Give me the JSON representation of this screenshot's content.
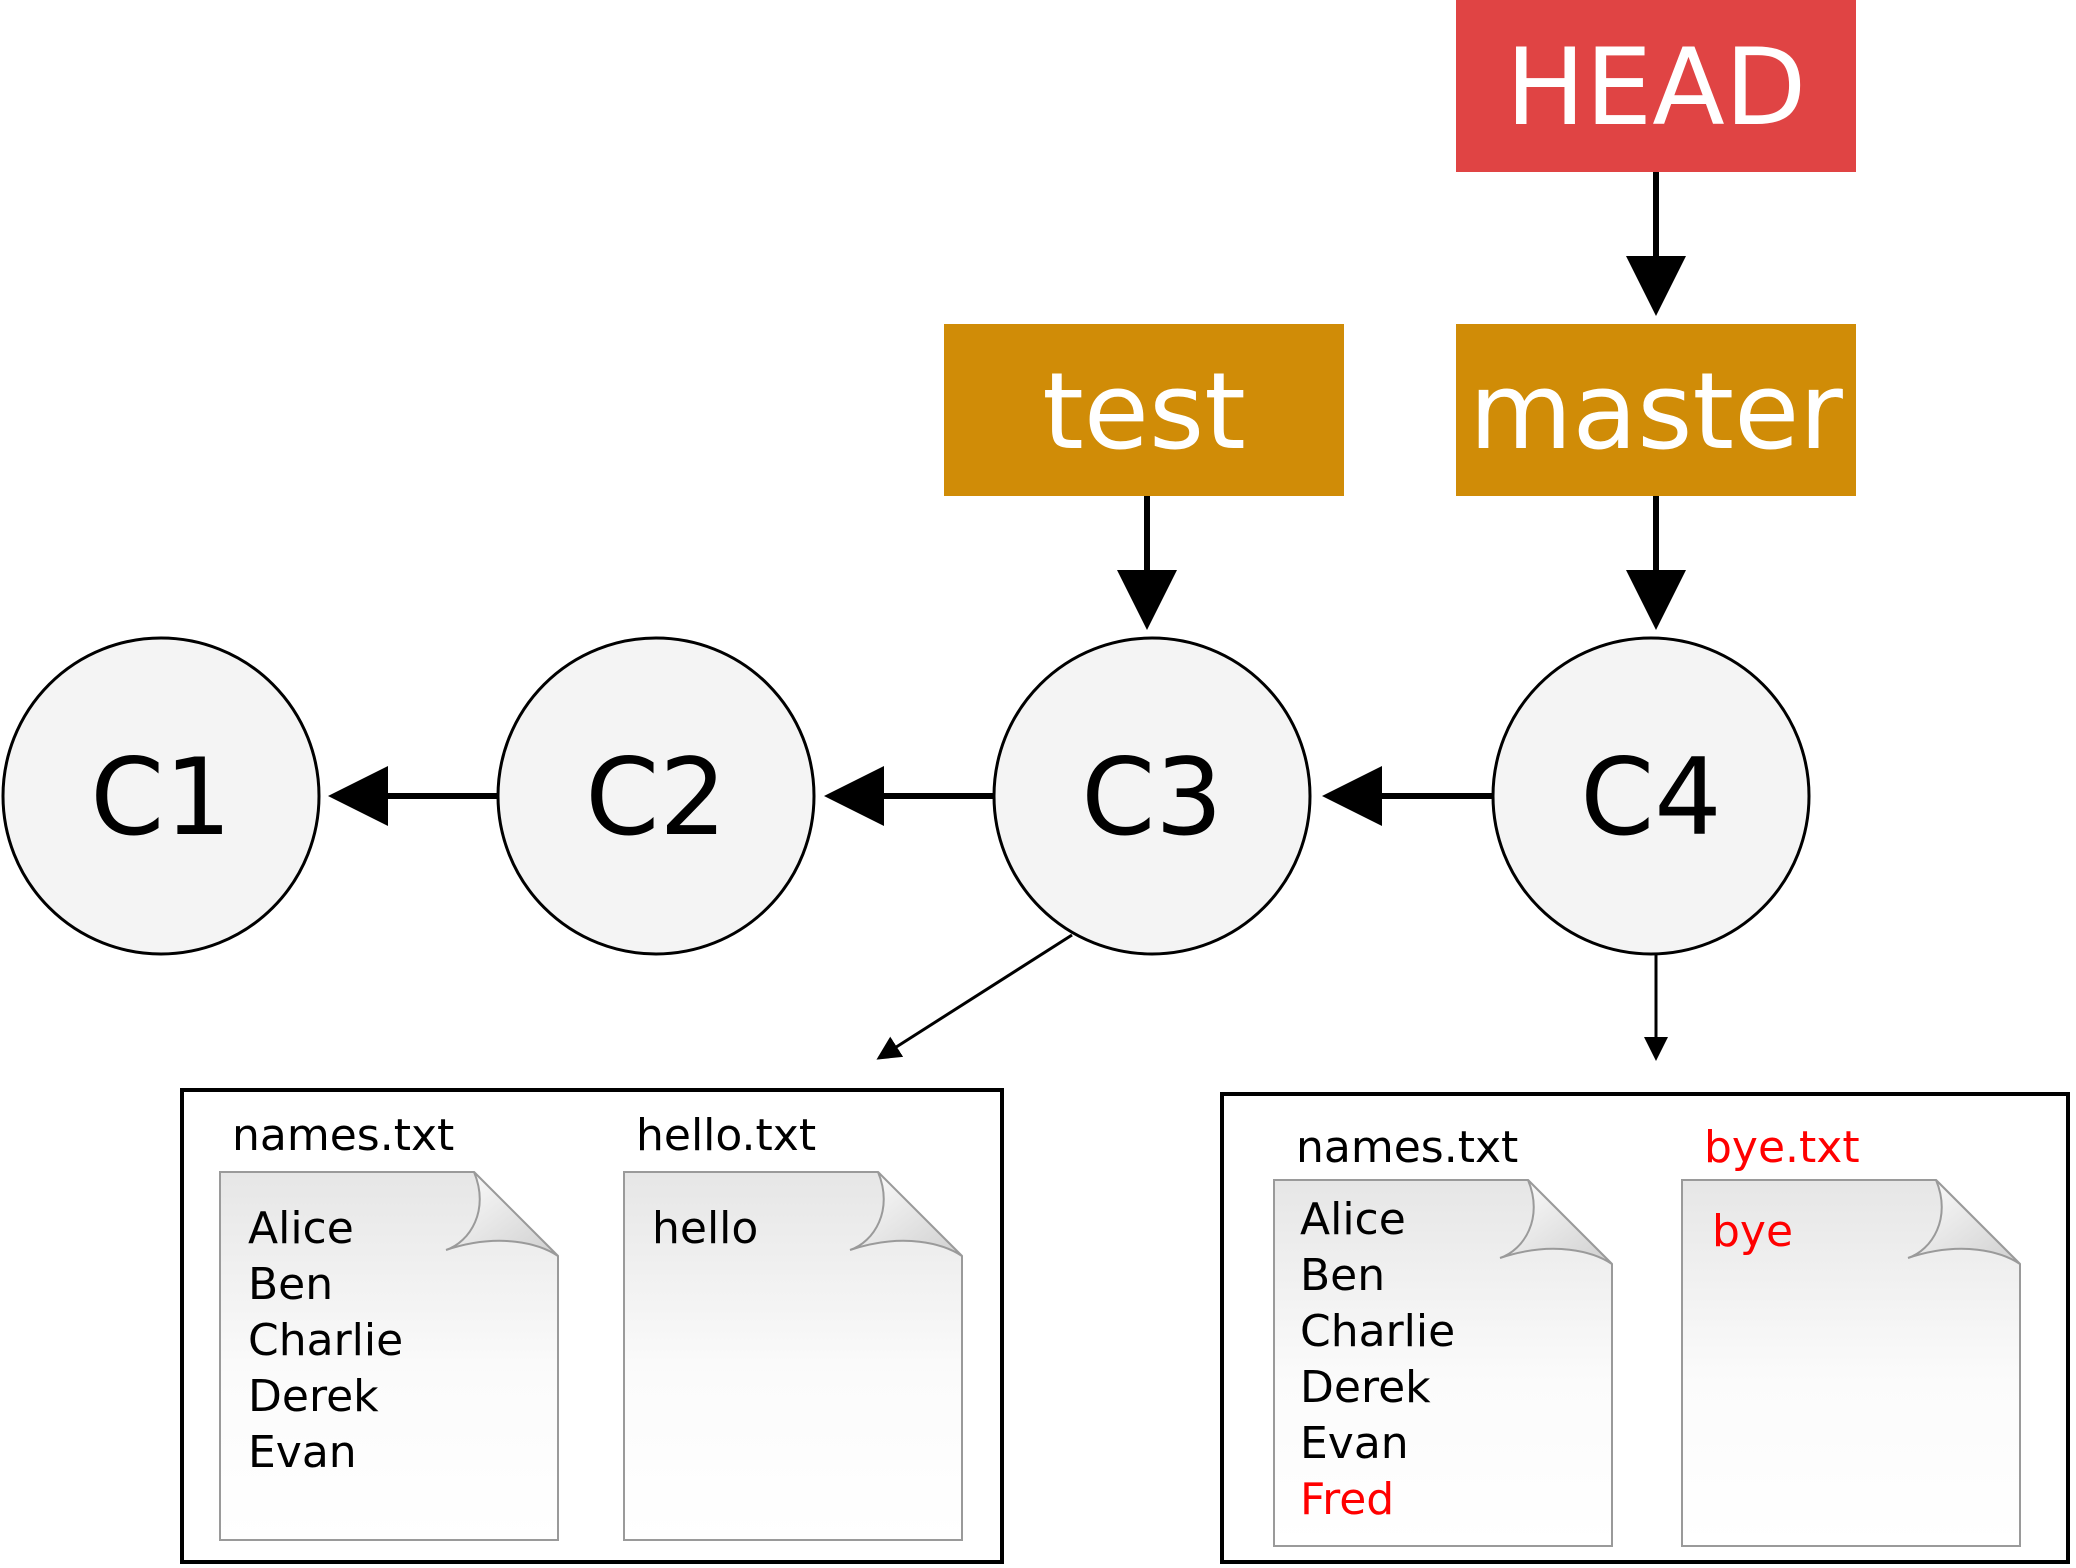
{
  "colors": {
    "head_bg": "#e04444",
    "branch_bg": "#d08c07",
    "commit_fill": "#f4f4f4",
    "highlight_text": "#ff0000",
    "line": "#000000"
  },
  "refs": {
    "head": "HEAD",
    "test": "test",
    "master": "master"
  },
  "commits": [
    "C1",
    "C2",
    "C3",
    "C4"
  ],
  "snapshot_c3": {
    "files": [
      {
        "name": "names.txt",
        "lines": [
          "Alice",
          "Ben",
          "Charlie",
          "Derek",
          "Evan"
        ]
      },
      {
        "name": "hello.txt",
        "lines": [
          "hello"
        ]
      }
    ]
  },
  "snapshot_c4": {
    "files": [
      {
        "name": "names.txt",
        "lines": [
          "Alice",
          "Ben",
          "Charlie",
          "Derek",
          "Evan",
          "Fred"
        ],
        "new_lines": [
          "Fred"
        ]
      },
      {
        "name": "bye.txt",
        "lines": [
          "bye"
        ],
        "new_file": true
      }
    ]
  }
}
